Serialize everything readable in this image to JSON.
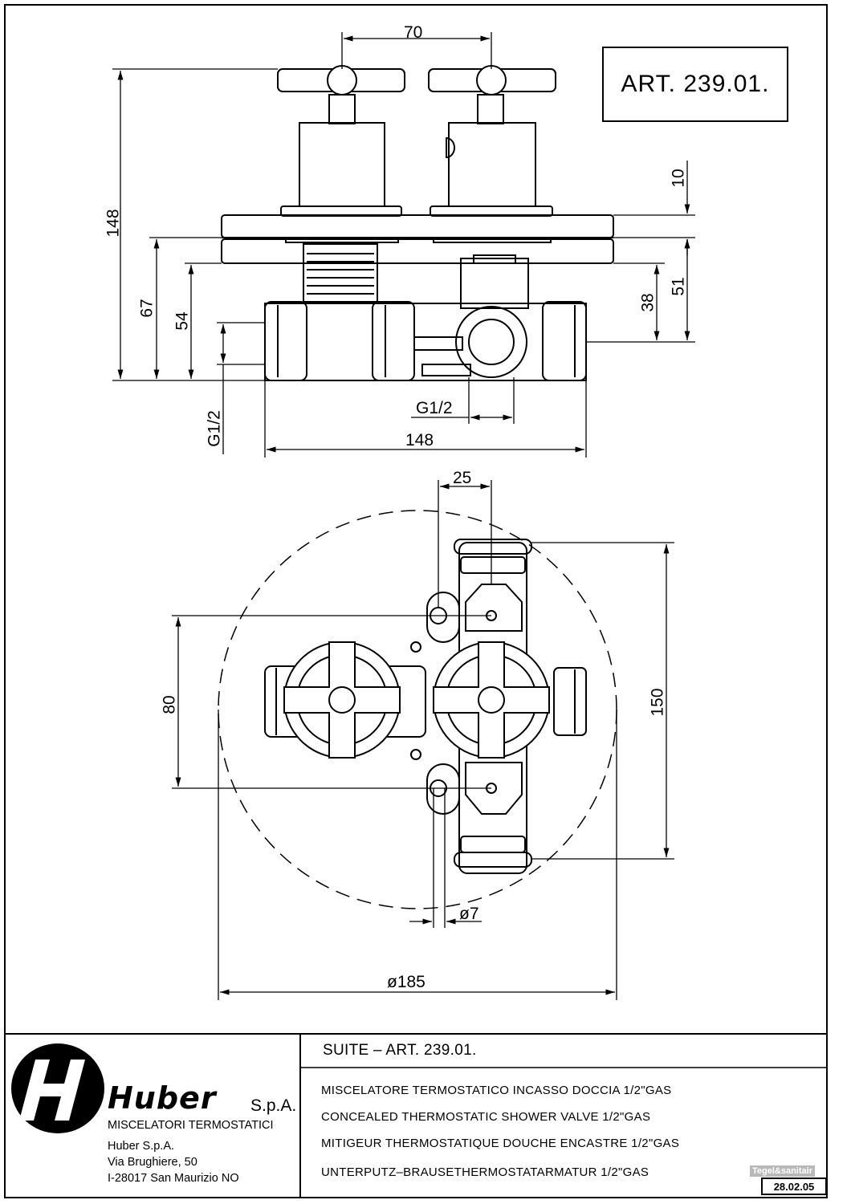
{
  "header": {
    "article": "ART.  239.01."
  },
  "front_view": {
    "dim_top": "70",
    "dim_height_total": "148",
    "dim_67": "67",
    "dim_54": "54",
    "dim_g12_left": "G1/2",
    "dim_10": "10",
    "dim_51": "51",
    "dim_38": "38",
    "dim_g12_bottom": "G1/2",
    "dim_width": "148"
  },
  "plan_view": {
    "dim_25": "25",
    "dim_80": "80",
    "dim_150": "150",
    "dim_hole": "ø7",
    "dim_diameter": "ø185"
  },
  "title_block": {
    "suite": "SUITE  –  ART.  239.01.",
    "descriptions": [
      "MISCELATORE TERMOSTATICO INCASSO DOCCIA 1/2\"GAS",
      "CONCEALED THERMOSTATIC SHOWER VALVE 1/2\"GAS",
      "MITIGEUR THERMOSTATIQUE DOUCHE ENCASTRE 1/2\"GAS",
      "UNTERPUTZ–BRAUSETHERMOSTATARMATUR 1/2\"GAS"
    ],
    "brand": "Huber",
    "brand_suffix": "S.p.A.",
    "tagline": "MISCELATORI TERMOSTATICI",
    "address": [
      "Huber S.p.A.",
      "Via Brughiere, 50",
      "I-28017 San Maurizio NO"
    ],
    "date": "28.02.05",
    "watermark": "Tegel&sanitair"
  }
}
